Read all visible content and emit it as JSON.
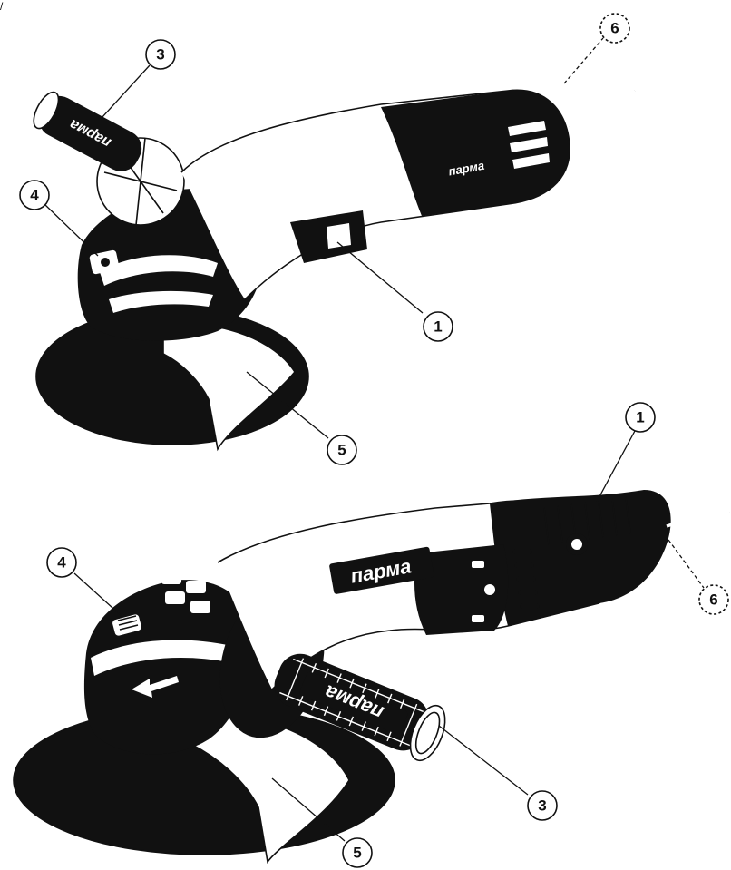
{
  "corner_mark": "/",
  "brand": "ПАРМА",
  "brand_lower": "парма",
  "colors": {
    "ink": "#111111",
    "paper": "#ffffff"
  },
  "top_tool": {
    "callouts": [
      {
        "id": "1",
        "label": "1"
      },
      {
        "id": "3",
        "label": "3"
      },
      {
        "id": "4",
        "label": "4"
      },
      {
        "id": "5",
        "label": "5"
      },
      {
        "id": "6",
        "label": "6"
      }
    ]
  },
  "bottom_tool": {
    "callouts": [
      {
        "id": "1",
        "label": "1"
      },
      {
        "id": "3",
        "label": "3"
      },
      {
        "id": "4",
        "label": "4"
      },
      {
        "id": "5",
        "label": "5"
      },
      {
        "id": "6",
        "label": "6"
      }
    ]
  }
}
